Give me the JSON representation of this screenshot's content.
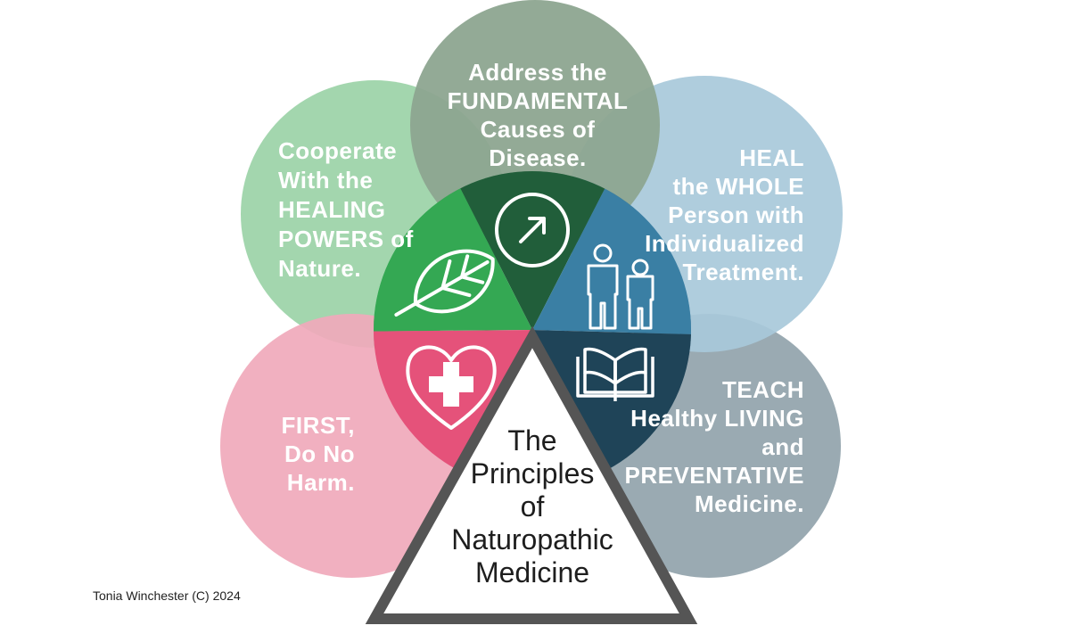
{
  "colors": {
    "green_light": "#9bd3a7",
    "green_mid": "#5cba74",
    "green_core": "#34a853",
    "dark_green_petal": "#8da590",
    "dark_green_mid": "#5b8165",
    "dark_green_core": "#215e3a",
    "blue_light": "#a8c9da",
    "blue_mid": "#6a9fbd",
    "blue_core": "#3a7fa4",
    "slate_light": "#91a3ab",
    "slate_mid": "#577386",
    "slate_core": "#1f4458",
    "pink_light": "#f0a9bb",
    "pink_mid": "#e87796",
    "pink_core": "#e5527a",
    "triangle_border": "#555555"
  },
  "principles": [
    {
      "id": "fundamental-causes",
      "lines": [
        "Address the",
        "FUNDAMENTAL",
        "Causes of",
        "Disease."
      ],
      "icon": "arrow-circle-icon"
    },
    {
      "id": "healing-powers",
      "lines": [
        "Cooperate",
        "With the",
        "HEALING",
        "POWERS of",
        "Nature."
      ],
      "icon": "leaf-icon"
    },
    {
      "id": "whole-person",
      "lines": [
        "HEAL",
        "the WHOLE",
        "Person with",
        "Individualized",
        "Treatment."
      ],
      "icon": "people-icon"
    },
    {
      "id": "first-do-no-harm",
      "lines": [
        "FIRST,",
        "Do No",
        "Harm."
      ],
      "icon": "heart-cross-icon"
    },
    {
      "id": "teach-healthy-living",
      "lines": [
        "TEACH",
        "Healthy LIVING",
        "and",
        "PREVENTATIVE",
        "Medicine."
      ],
      "icon": "book-icon"
    }
  ],
  "center": {
    "lines": [
      "The",
      "Principles",
      "of",
      "Naturopathic",
      "Medicine"
    ]
  },
  "credit": "Tonia Winchester (C) 2024"
}
